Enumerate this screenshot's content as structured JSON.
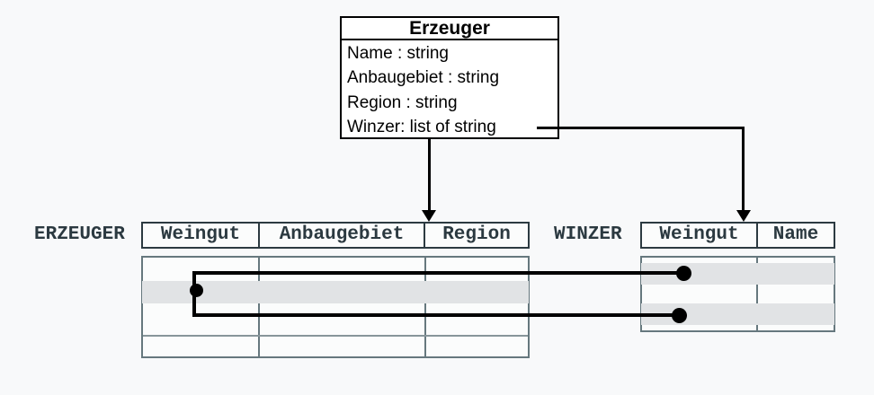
{
  "class_box": {
    "title": "Erzeuger",
    "attributes": [
      "Name : string",
      "Anbaugebiet : string",
      "Region : string",
      "Winzer: list of string"
    ]
  },
  "erzeuger_table": {
    "label": "ERZEUGER",
    "columns": [
      "Weingut",
      "Anbaugebiet",
      "Region"
    ]
  },
  "winzer_table": {
    "label": "WINZER",
    "columns": [
      "Weingut",
      "Name"
    ]
  },
  "colors": {
    "background": "#f8f9fa",
    "row_highlight": "#e1e3e5",
    "header_text": "#2b3940",
    "header_border": "#2c3a41",
    "body_border": "#66787e",
    "connector": "#000000",
    "class_box_border": "#000000"
  }
}
